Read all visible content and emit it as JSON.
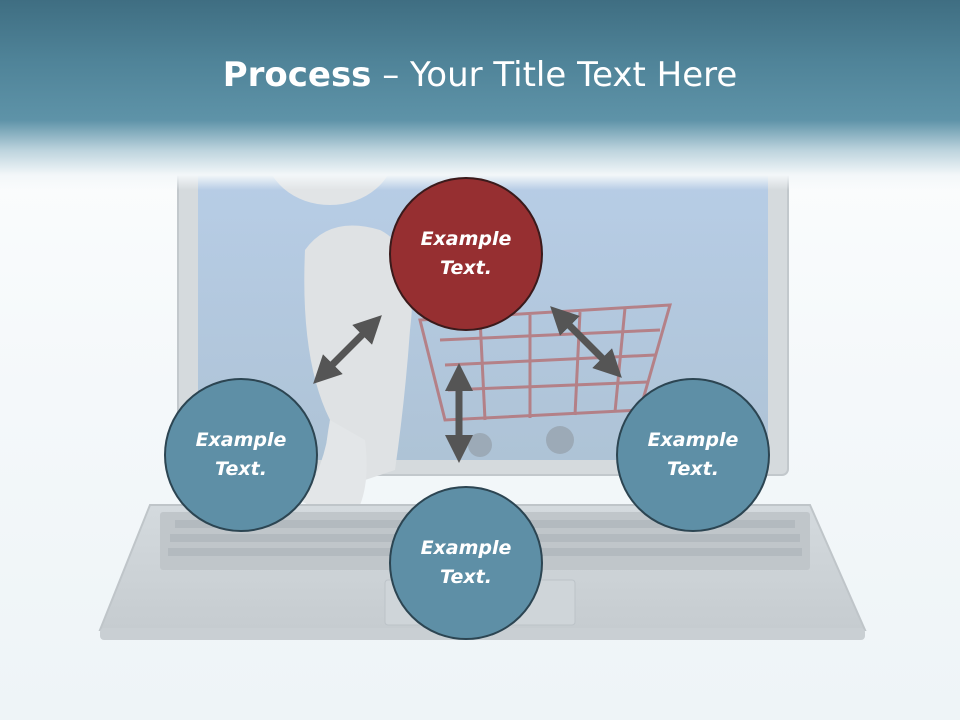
{
  "title": {
    "bold": "Process",
    "rest": " – Your Title Text Here"
  },
  "nodes": {
    "top": {
      "label": "Example Text.",
      "color": "#962f31"
    },
    "left": {
      "label": "Example Text.",
      "color": "#5e8fa6"
    },
    "right": {
      "label": "Example Text.",
      "color": "#5e8fa6"
    },
    "bottom": {
      "label": "Example Text.",
      "color": "#5e8fa6"
    }
  },
  "arrow_color": "#555555"
}
